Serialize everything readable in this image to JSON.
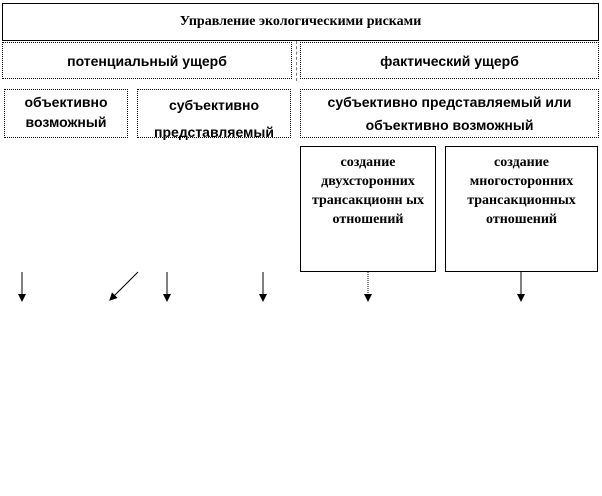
{
  "title": "Управление экологическими рисками",
  "categories": {
    "potential": "потенциальный ущерб",
    "actual": "фактический ущерб"
  },
  "potential_types": {
    "objective": "объективно возможный",
    "subjective": "субъективно представляемый"
  },
  "actual_type": "субъективно представляемый или объективно возможный",
  "relations": {
    "bilateral": "создание двухсторонних трансакционн ых отношений",
    "multilateral": "создание многосторонних трансакционных отношений"
  }
}
